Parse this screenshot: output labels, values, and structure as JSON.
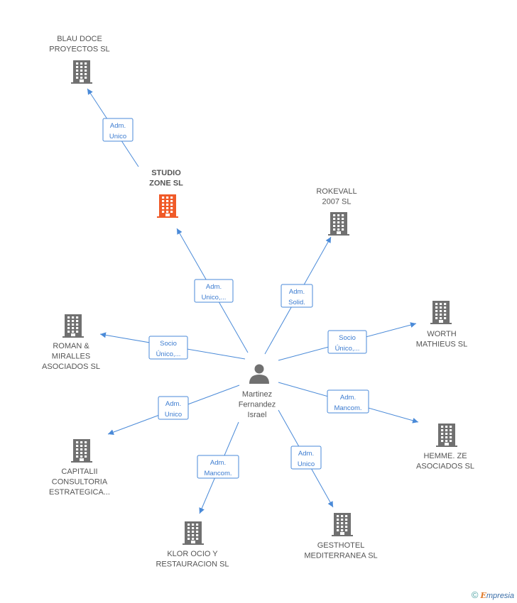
{
  "center": {
    "lines": [
      "Martinez",
      "Fernandez",
      "Israel"
    ],
    "icon": "person-icon"
  },
  "focus": {
    "lines": [
      "STUDIO",
      "ZONE SL"
    ],
    "icon": "building-icon",
    "color": "#f05a28"
  },
  "companies": [
    {
      "id": "blau",
      "lines": [
        "BLAU DOCE",
        "PROYECTOS SL"
      ]
    },
    {
      "id": "rokevall",
      "lines": [
        "ROKEVALL",
        "2007 SL"
      ]
    },
    {
      "id": "worth",
      "lines": [
        "WORTH",
        "MATHIEUS  SL"
      ]
    },
    {
      "id": "roman",
      "lines": [
        "ROMAN &",
        "MIRALLES",
        "ASOCIADOS  SL"
      ]
    },
    {
      "id": "hemme",
      "lines": [
        "HEMME.  ZE",
        "ASOCIADOS SL"
      ]
    },
    {
      "id": "capitalii",
      "lines": [
        "CAPITALII",
        "CONSULTORIA",
        "ESTRATEGICA..."
      ]
    },
    {
      "id": "klor",
      "lines": [
        "KLOR OCIO Y",
        "RESTAURACION SL"
      ]
    },
    {
      "id": "gesthotel",
      "lines": [
        "GESTHOTEL",
        "MEDITERRANEA SL"
      ]
    }
  ],
  "edges": [
    {
      "from": "studio",
      "to": "blau",
      "label": [
        "Adm.",
        "Unico"
      ]
    },
    {
      "from": "center",
      "to": "studio",
      "label": [
        "Adm.",
        "Unico,..."
      ]
    },
    {
      "from": "center",
      "to": "rokevall",
      "label": [
        "Adm.",
        "Solid."
      ]
    },
    {
      "from": "center",
      "to": "worth",
      "label": [
        "Socio",
        "Único,..."
      ]
    },
    {
      "from": "center",
      "to": "roman",
      "label": [
        "Socio",
        "Único,..."
      ]
    },
    {
      "from": "center",
      "to": "hemme",
      "label": [
        "Adm.",
        "Mancom."
      ]
    },
    {
      "from": "center",
      "to": "capitalii",
      "label": [
        "Adm.",
        "Unico"
      ]
    },
    {
      "from": "center",
      "to": "klor",
      "label": [
        "Adm.",
        "Mancom."
      ]
    },
    {
      "from": "center",
      "to": "gesthotel",
      "label": [
        "Adm.",
        "Unico"
      ]
    }
  ],
  "colors": {
    "edge": "#4a8ad8",
    "building": "#707070",
    "focus_building": "#f05a28",
    "person": "#707070"
  },
  "footer": {
    "copyright": "©",
    "brand_initial": "E",
    "brand_rest": "mpresia"
  }
}
